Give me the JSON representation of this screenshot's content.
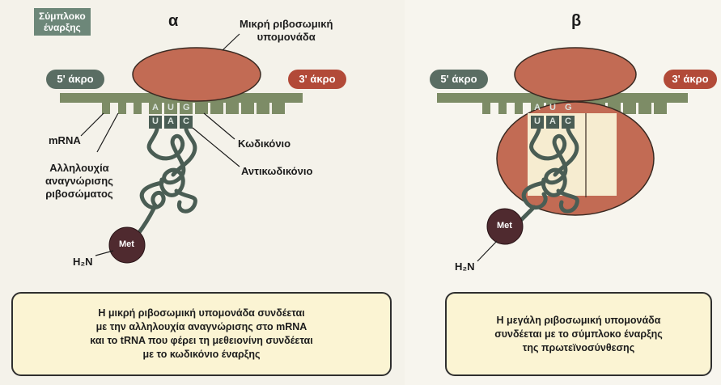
{
  "panel_a": {
    "tag": "Σύμπλοκο\nέναρξης",
    "letter": "α",
    "small_subunit_label": "Μικρή ριβοσωμική\nυπομονάδα",
    "end5": "5' άκρο",
    "end3": "3' άκρο",
    "codon_letters": [
      "A",
      "U",
      "G"
    ],
    "anticodon_letters": [
      "U",
      "A",
      "C"
    ],
    "mrna_label": "mRNA",
    "recognition_seq_label": "Αλληλουχία\nαναγνώρισης\nριβοσώματος",
    "codon_label": "Κωδικόνιο",
    "anticodon_label": "Αντικωδικόνιο",
    "met_label": "Met",
    "amino_label": "H₂N",
    "caption": "Η μικρή ριβοσωμική υπομονάδα συνδέεται\nμε την αλληλουχία αναγνώρισης στο mRNA\nκαι το tRNA που φέρει τη μεθειονίνη συνδέεται\nμε το κωδικόνιο έναρξης"
  },
  "panel_b": {
    "letter": "β",
    "end5": "5' άκρο",
    "end3": "3' άκρο",
    "codon_letters": [
      "A",
      "U",
      "G"
    ],
    "anticodon_letters": [
      "U",
      "A",
      "C"
    ],
    "met_label": "Met",
    "amino_label": "H₂N",
    "caption": "Η μεγάλη ριβοσωμική υπομονάδα\nσυνδέεται με το σύμπλοκο έναρξης\nτης πρωτεϊνοσύνθεσης"
  },
  "colors": {
    "ribosome": "#c26b54",
    "mrna": "#7d8c66",
    "trna": "#4a5d54",
    "end5_pill": "#5a6d63",
    "end3_pill": "#b24a38",
    "caption_bg": "#fbf4d3",
    "tag_bg": "#6d8779"
  }
}
